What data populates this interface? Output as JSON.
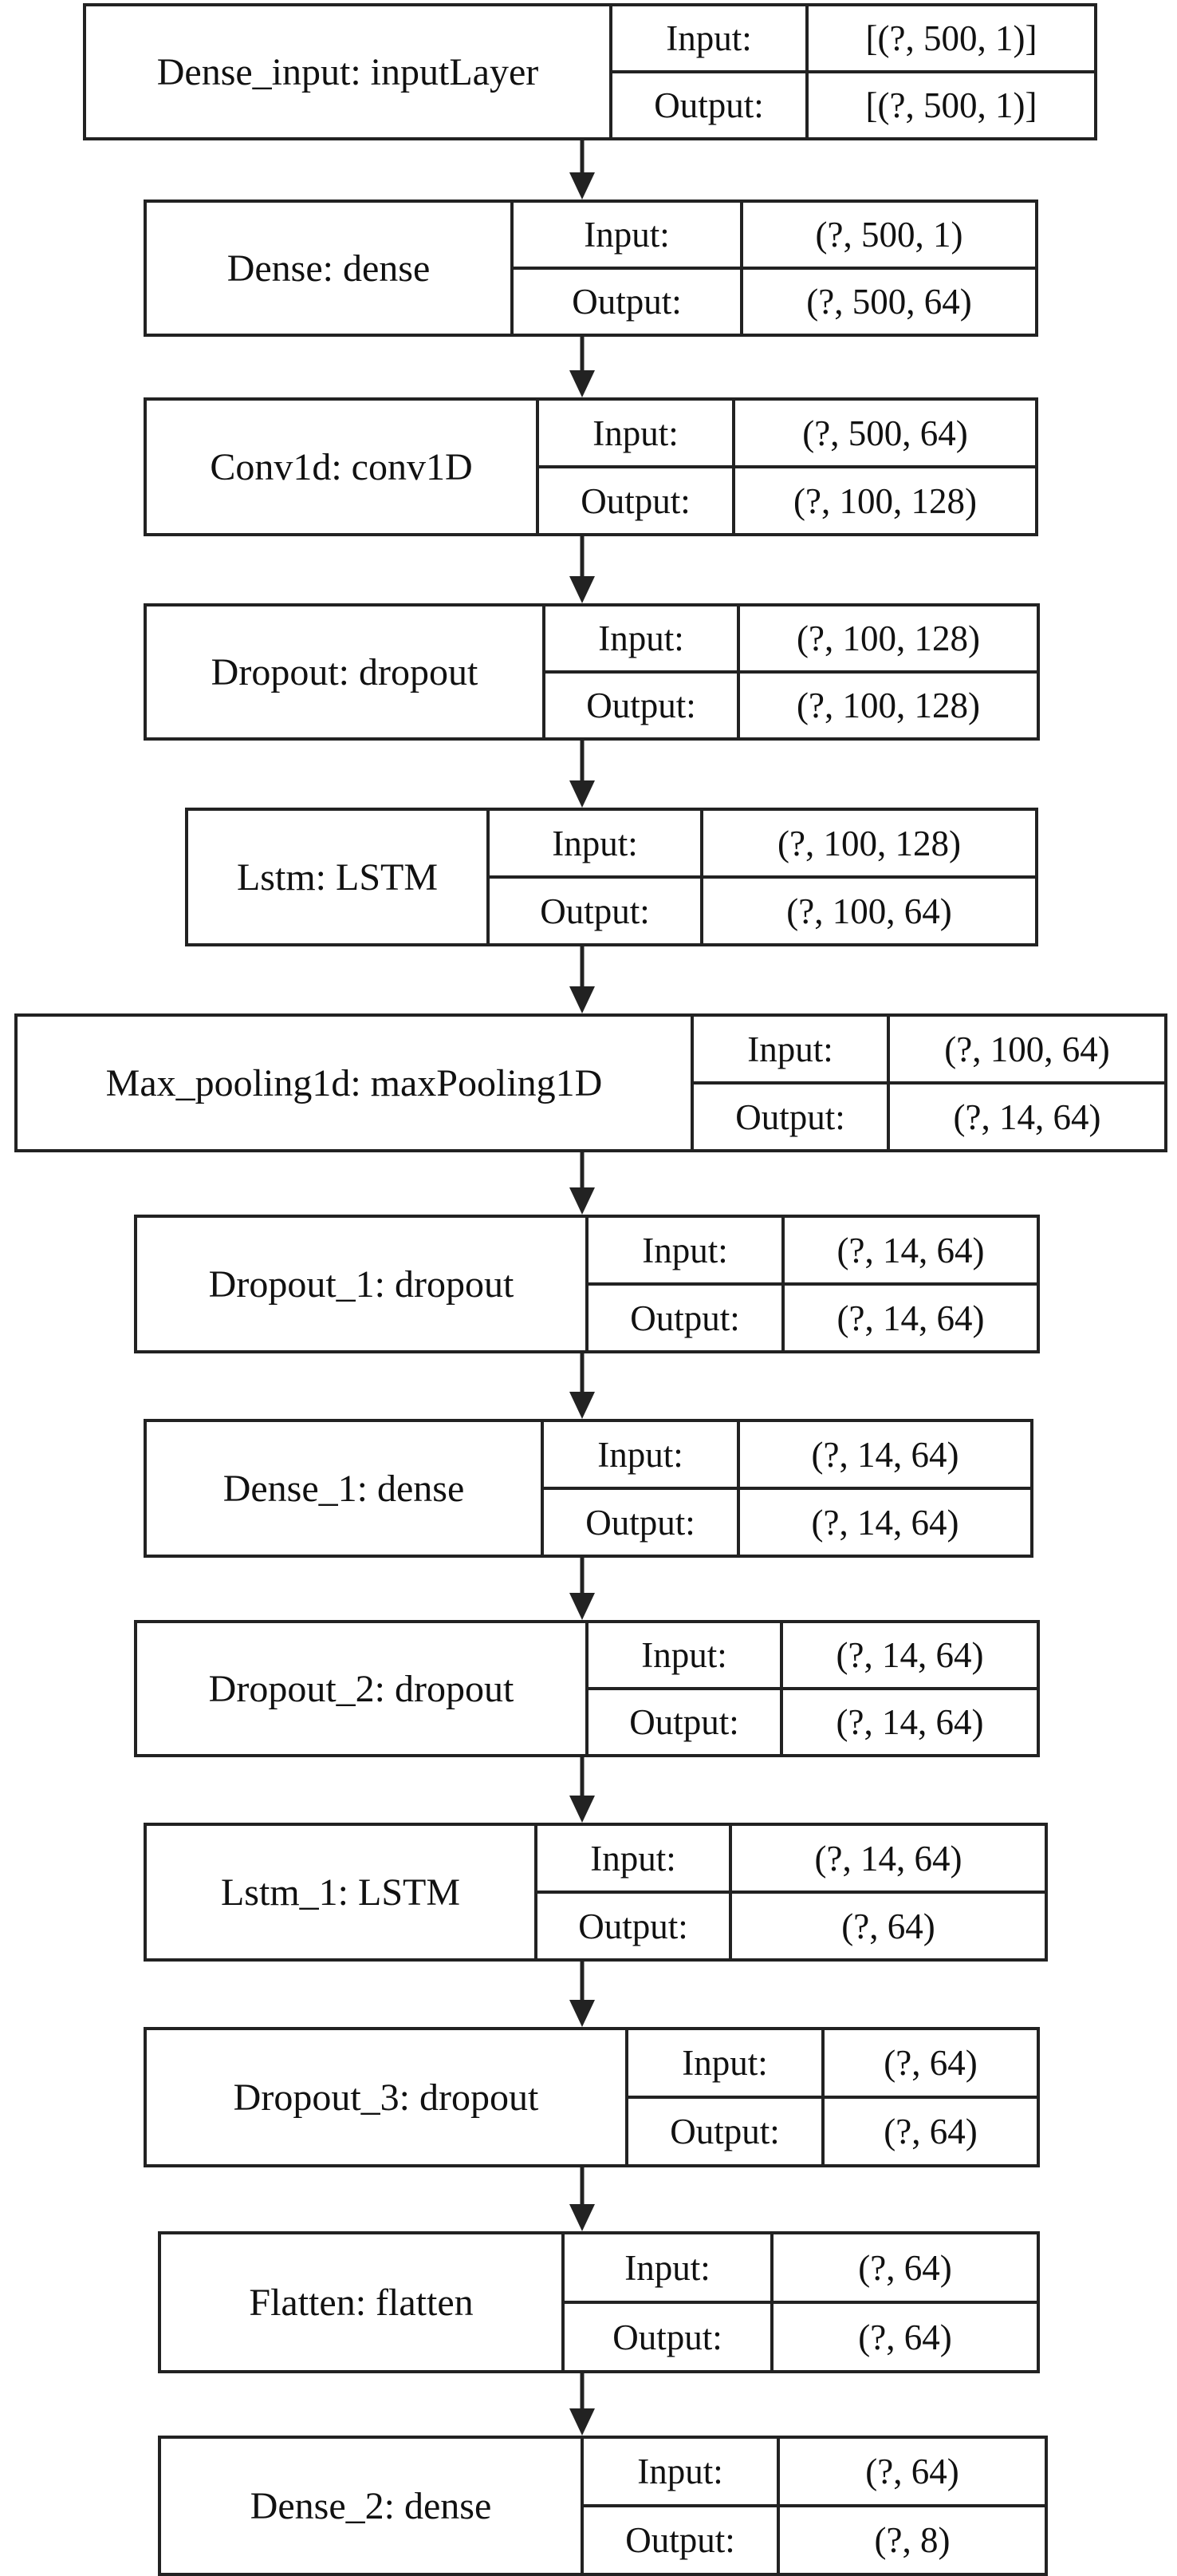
{
  "layers": [
    {
      "name": "Dense_input: inputLayer",
      "input_label": "Input:",
      "input": "[(?, 500, 1)]",
      "output_label": "Output:",
      "output": "[(?, 500, 1)]"
    },
    {
      "name": "Dense: dense",
      "input_label": "Input:",
      "input": "(?, 500, 1)",
      "output_label": "Output:",
      "output": "(?, 500, 64)"
    },
    {
      "name": "Conv1d: conv1D",
      "input_label": "Input:",
      "input": "(?, 500, 64)",
      "output_label": "Output:",
      "output": "(?, 100, 128)"
    },
    {
      "name": "Dropout: dropout",
      "input_label": "Input:",
      "input": "(?, 100, 128)",
      "output_label": "Output:",
      "output": "(?, 100, 128)"
    },
    {
      "name": "Lstm: LSTM",
      "input_label": "Input:",
      "input": "(?, 100, 128)",
      "output_label": "Output:",
      "output": "(?, 100, 64)"
    },
    {
      "name": "Max_pooling1d: maxPooling1D",
      "input_label": "Input:",
      "input": "(?, 100, 64)",
      "output_label": "Output:",
      "output": "(?, 14, 64)"
    },
    {
      "name": "Dropout_1: dropout",
      "input_label": "Input:",
      "input": "(?, 14, 64)",
      "output_label": "Output:",
      "output": "(?, 14, 64)"
    },
    {
      "name": "Dense_1: dense",
      "input_label": "Input:",
      "input": "(?, 14, 64)",
      "output_label": "Output:",
      "output": "(?, 14, 64)"
    },
    {
      "name": "Dropout_2: dropout",
      "input_label": "Input:",
      "input": "(?, 14, 64)",
      "output_label": "Output:",
      "output": "(?, 14, 64)"
    },
    {
      "name": "Lstm_1: LSTM",
      "input_label": "Input:",
      "input": "(?, 14, 64)",
      "output_label": "Output:",
      "output": "(?, 64)"
    },
    {
      "name": "Dropout_3: dropout",
      "input_label": "Input:",
      "input": "(?, 64)",
      "output_label": "Output:",
      "output": "(?, 64)"
    },
    {
      "name": "Flatten: flatten",
      "input_label": "Input:",
      "input": "(?, 64)",
      "output_label": "Output:",
      "output": "(?, 64)"
    },
    {
      "name": "Dense_2: dense",
      "input_label": "Input:",
      "input": "(?, 64)",
      "output_label": "Output:",
      "output": "(?, 8)"
    }
  ],
  "edge_style": {
    "line_color": "#222222",
    "arrow": "arrow-down-icon"
  }
}
